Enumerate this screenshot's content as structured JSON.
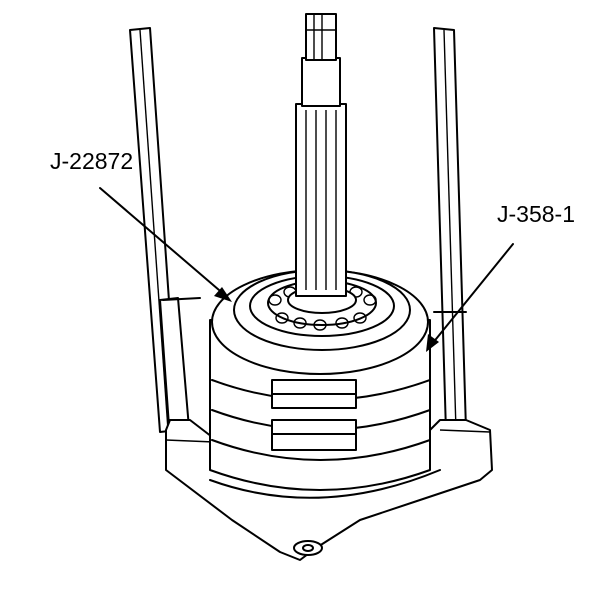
{
  "callouts": [
    {
      "id": "a",
      "text": "J-22872"
    },
    {
      "id": "b",
      "text": "J-358-1"
    }
  ]
}
